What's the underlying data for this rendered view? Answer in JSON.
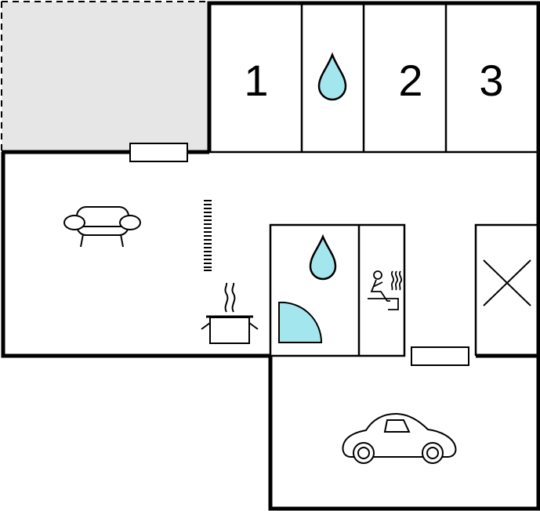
{
  "colors": {
    "wall": "#000000",
    "terrace": "#e6e6e6",
    "water": "#a4e6ee",
    "background": "#ffffff"
  },
  "rooms": {
    "bedroom_1": {
      "label": "1"
    },
    "bedroom_2": {
      "label": "2"
    },
    "bedroom_3": {
      "label": "3"
    }
  },
  "icons": [
    "sofa-icon",
    "radiator-icon",
    "cooking-pot-icon",
    "water-drop-icon",
    "shower-icon",
    "sauna-icon",
    "storage-cross-icon",
    "car-icon",
    "window-icon"
  ]
}
